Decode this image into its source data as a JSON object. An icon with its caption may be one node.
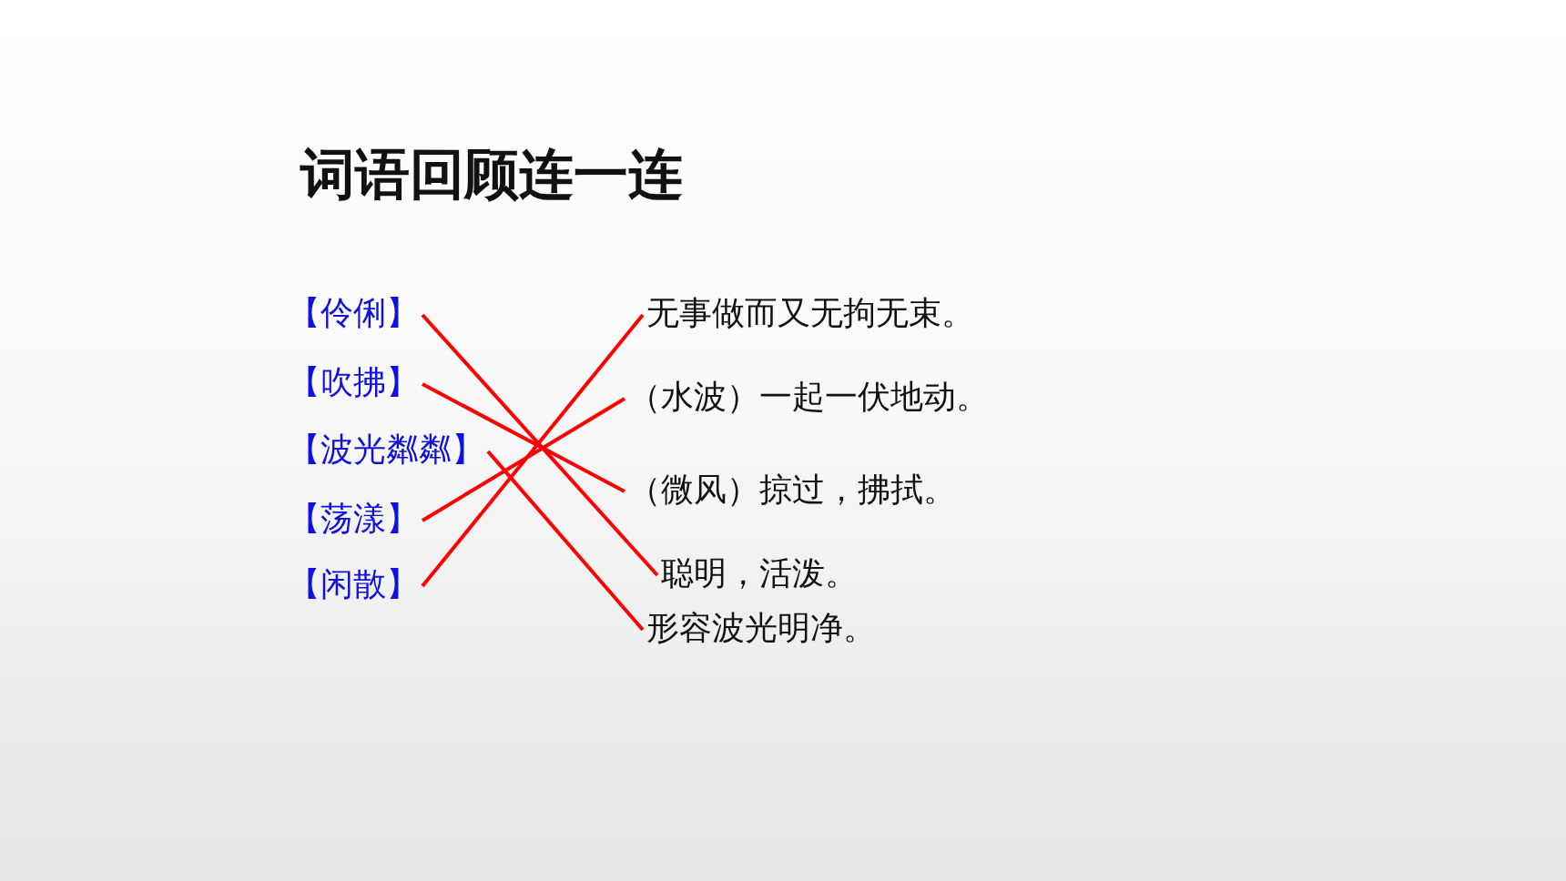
{
  "diagram": {
    "title": "词语回顾连一连",
    "nodes": [
      {
        "text": [
          "【伶俐】"
        ]
      },
      {
        "text": [
          "【吹拂】"
        ]
      },
      {
        "text": [
          "【波光粼粼】"
        ]
      },
      {
        "text": [
          "【荡漾】"
        ]
      },
      {
        "text": [
          "【闲散】"
        ]
      },
      {
        "text": [
          "无事做而又无拘无束。"
        ]
      },
      {
        "text": [
          "（水波）一起一伏地动。"
        ]
      },
      {
        "text": [
          "（微风）掠过，拂拭。"
        ]
      },
      {
        "text": [
          "聪明，活泼。"
        ]
      },
      {
        "text": [
          "形容波光明净。"
        ]
      }
    ],
    "edges": [
      {
        "from": 0,
        "to": 8,
        "arrow": "none"
      },
      {
        "from": 1,
        "to": 7,
        "arrow": "none"
      },
      {
        "from": 2,
        "to": 9,
        "arrow": "none"
      },
      {
        "from": 3,
        "to": 6,
        "arrow": "none"
      },
      {
        "from": 4,
        "to": 5,
        "arrow": "none"
      }
    ]
  }
}
